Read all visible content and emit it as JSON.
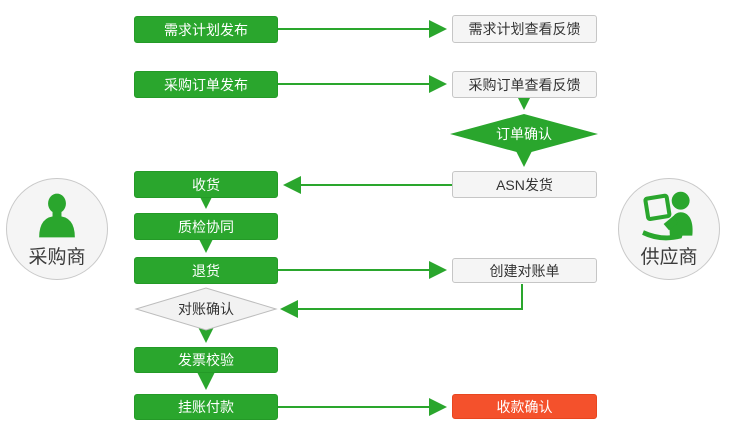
{
  "title": "purchase-supply-collaboration-flowchart",
  "colors": {
    "green": "#2aa62d",
    "red": "#f4512c",
    "node_bg": "#f5f5f5",
    "node_border": "#c6c6c6",
    "gray_diamond_bg": "#f2f2f2",
    "gray_diamond_border": "#bdbdbd"
  },
  "actors": {
    "buyer": {
      "label": "采购商",
      "icon": "person-icon"
    },
    "supplier": {
      "label": "供应商",
      "icon": "person-laptop-icon"
    }
  },
  "nodes": {
    "demand_plan_publish": "需求计划发布",
    "demand_plan_feedback": "需求计划查看反馈",
    "po_publish": "采购订单发布",
    "po_feedback": "采购订单查看反馈",
    "order_confirm": "订单确认",
    "asn_ship": "ASN发货",
    "receive_goods": "收货",
    "quality_collab": "质检协同",
    "return_goods": "退货",
    "create_statement": "创建对账单",
    "statement_confirm": "对账确认",
    "invoice_verify": "发票校验",
    "book_payment": "挂账付款",
    "receipt_confirm": "收款确认"
  }
}
